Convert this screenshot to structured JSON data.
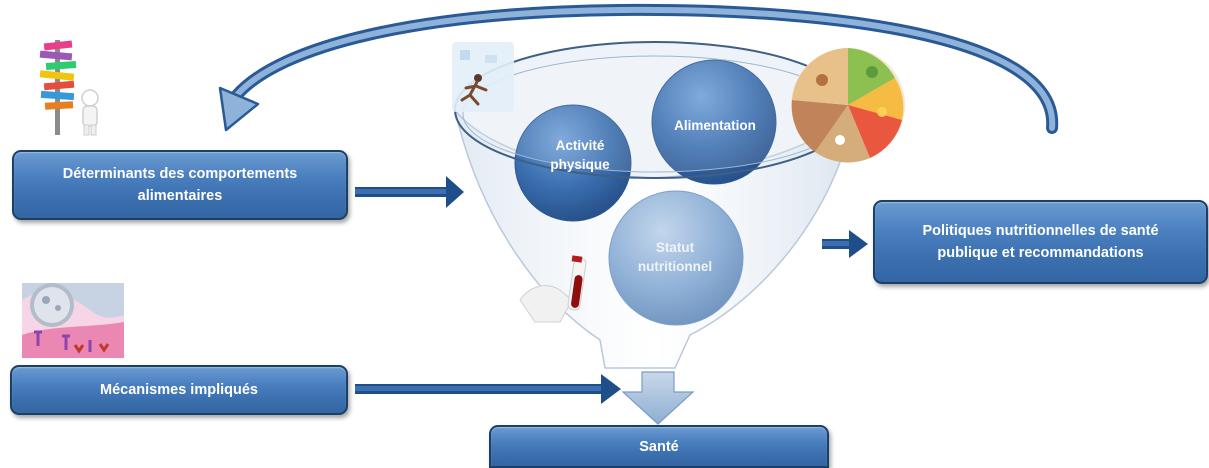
{
  "boxes": {
    "determinants": "Déterminants des comportements\nalimentaires",
    "mecanismes": "Mécanismes impliqués",
    "politiques": "Politiques nutritionnelles de santé\npublique et recommandations",
    "sante": "Santé"
  },
  "circles": {
    "activite": "Activité\nphysique",
    "alimentation": "Alimentation",
    "statut": "Statut\nnutritionnel"
  },
  "colors": {
    "box_fill": "#4a7fbf",
    "box_border": "#1c3f66",
    "circle_dark": "#3a6fb0",
    "circle_light": "#8fb0d6",
    "arrow": "#1f4f8a"
  }
}
